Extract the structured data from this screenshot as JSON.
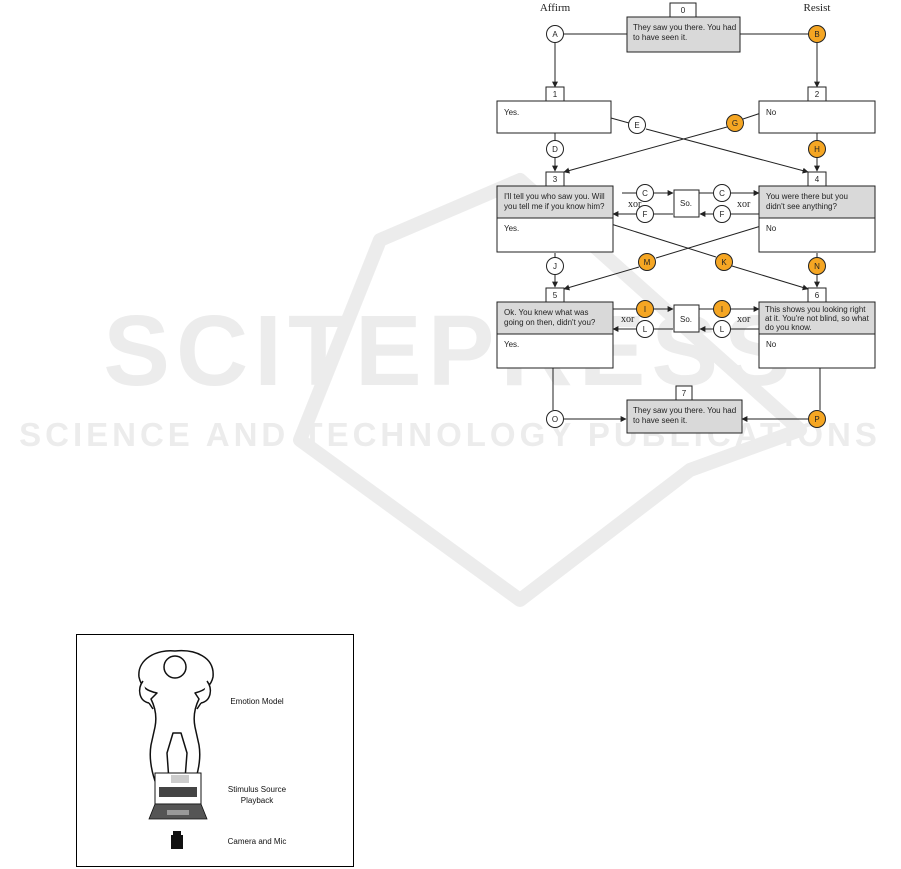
{
  "columns": {
    "affirm": "Affirm",
    "resist": "Resist"
  },
  "states": {
    "s0": {
      "num": "0",
      "text": [
        "They saw you there. You had",
        "to have seen it."
      ]
    },
    "s1": {
      "num": "1",
      "text": [
        "Yes."
      ]
    },
    "s2": {
      "num": "2",
      "text": [
        "No"
      ]
    },
    "s3": {
      "num": "3",
      "text": [
        "I'll tell you who saw you. Will",
        "you tell me if you know him?"
      ],
      "answer": "Yes."
    },
    "s4": {
      "num": "4",
      "text": [
        "You were there but you",
        "didn't see anything?"
      ],
      "answer": "No"
    },
    "s5": {
      "num": "5",
      "text": [
        "Ok. You knew what was",
        "going on then, didn't you?"
      ],
      "answer": "Yes."
    },
    "s6": {
      "num": "6",
      "text": [
        "This shows you looking right",
        "at it. You're not blind, so what",
        "do you know."
      ],
      "answer": "No"
    },
    "s7": {
      "num": "7",
      "text": [
        "They saw you there. You had",
        "to have seen it."
      ]
    }
  },
  "mid_boxes": {
    "upper": "So.",
    "lower": "So."
  },
  "xor_label": "xor",
  "transitions": {
    "A": "A",
    "B": "B",
    "C": "C",
    "D": "D",
    "E": "E",
    "F": "F",
    "G": "G",
    "H": "H",
    "I": "I",
    "J": "J",
    "K": "K",
    "L": "L",
    "M": "M",
    "N": "N",
    "O": "O",
    "P": "P"
  },
  "colors": {
    "resist_node": "#f5a623",
    "affirm_node": "#ffffff",
    "shaded_box": "#d9d9d9",
    "line": "#222222"
  },
  "watermark": {
    "brand": "SCITEPRESS",
    "tagline": "SCIENCE AND TECHNOLOGY PUBLICATIONS",
    "color": "#ececec"
  },
  "setup_figure": {
    "emotion_model": "Emotion Model",
    "stimulus_line1": "Stimulus Source",
    "stimulus_line2": "Playback",
    "camera": "Camera and Mic"
  }
}
